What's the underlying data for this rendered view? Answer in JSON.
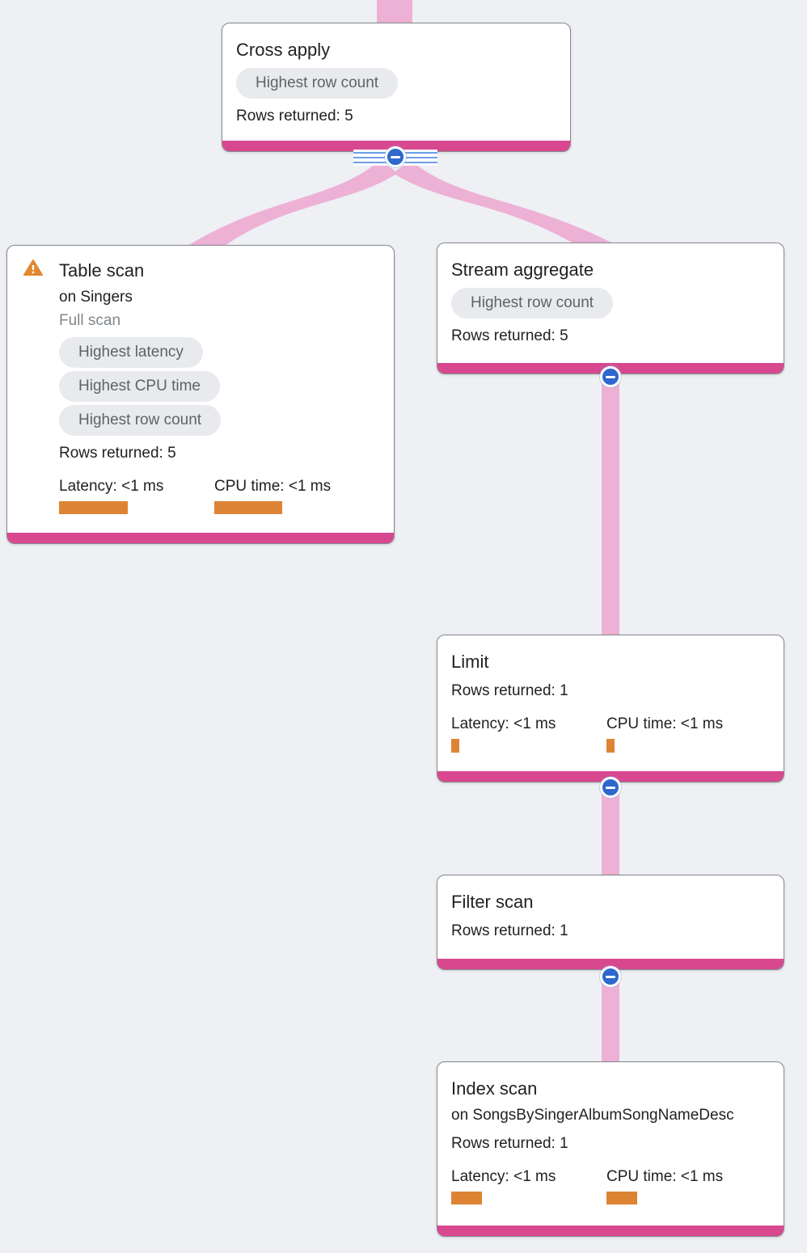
{
  "colors": {
    "background": "#eef0f4",
    "edge_ribbon": "#edb1d6",
    "node_accent_bar": "#d7488f",
    "metric_bar": "#dd8434",
    "warning_icon": "#e2872f",
    "badge_background": "#e8eaed",
    "badge_text": "#5f6368",
    "collapse_button": "#2e68cc"
  },
  "nodes": {
    "cross_apply": {
      "title": "Cross apply",
      "badges": [
        "Highest row count"
      ],
      "rows_returned": "Rows returned: 5"
    },
    "table_scan": {
      "title": "Table scan",
      "subtitle": "on Singers",
      "scan_note": "Full scan",
      "has_warning": true,
      "badges": [
        "Highest latency",
        "Highest CPU time",
        "Highest row count"
      ],
      "rows_returned": "Rows returned: 5",
      "latency_label": "Latency: <1 ms",
      "cpu_label": "CPU time: <1 ms"
    },
    "stream_aggregate": {
      "title": "Stream aggregate",
      "badges": [
        "Highest row count"
      ],
      "rows_returned": "Rows returned: 5"
    },
    "limit": {
      "title": "Limit",
      "rows_returned": "Rows returned: 1",
      "latency_label": "Latency: <1 ms",
      "cpu_label": "CPU time: <1 ms"
    },
    "filter_scan": {
      "title": "Filter scan",
      "rows_returned": "Rows returned: 1"
    },
    "index_scan": {
      "title": "Index scan",
      "subtitle": "on SongsBySingerAlbumSongNameDesc",
      "rows_returned": "Rows returned: 1",
      "latency_label": "Latency: <1 ms",
      "cpu_label": "CPU time: <1 ms"
    }
  },
  "bars": {
    "table_scan_latency": "width:85px;height:16px",
    "table_scan_cpu": "width:84px;height:16px",
    "limit_latency": "width:10px;height:17px",
    "limit_cpu": "width:10px;height:17px",
    "index_scan_latency": "width:38px;height:16px",
    "index_scan_cpu": "width:38px;height:16px"
  },
  "edges": [
    {
      "from": "offscreen-parent",
      "to": "cross_apply"
    },
    {
      "from": "cross_apply",
      "to": "table_scan"
    },
    {
      "from": "cross_apply",
      "to": "stream_aggregate"
    },
    {
      "from": "stream_aggregate",
      "to": "limit"
    },
    {
      "from": "limit",
      "to": "filter_scan"
    },
    {
      "from": "filter_scan",
      "to": "index_scan"
    }
  ]
}
